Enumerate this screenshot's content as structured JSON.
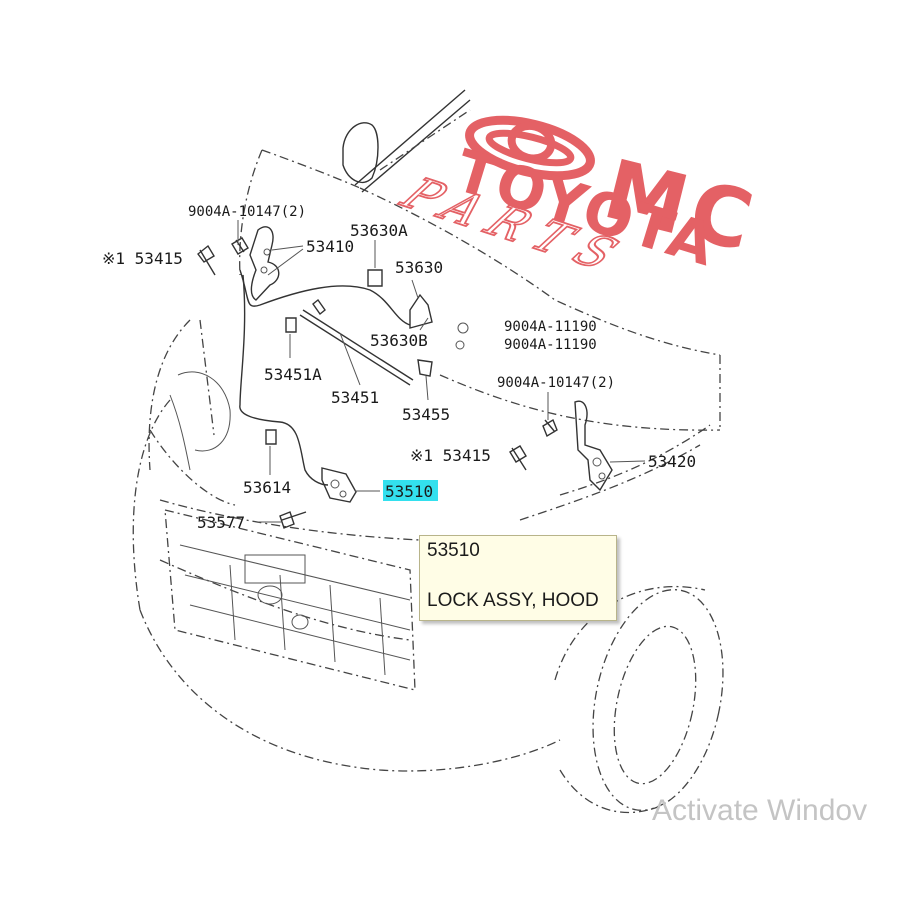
{
  "parts": {
    "p_9004a_10147_upper": "9004A-10147(2)",
    "p_53415_upper": "※1 53415",
    "p_53410": "53410",
    "p_53630a": "53630A",
    "p_53630": "53630",
    "p_53630b": "53630B",
    "p_9004a_11190_a": "9004A-11190",
    "p_9004a_11190_b": "9004A-11190",
    "p_53451a": "53451A",
    "p_53451": "53451",
    "p_53455": "53455",
    "p_9004a_10147_lower": "9004A-10147(2)",
    "p_53415_lower": "※1 53415",
    "p_53420": "53420",
    "p_53614": "53614",
    "p_53510": "53510",
    "p_53577": "53577"
  },
  "highlight": {
    "color": "#33e0ee"
  },
  "tooltip": {
    "part_number": "53510",
    "description": "LOCK ASSY, HOOD"
  },
  "logo": {
    "text_line1": "TOYOTA",
    "text_line2": "PARTS",
    "suffix": "MC",
    "color": "#e0464b"
  },
  "watermark": {
    "text": "Activate Windov"
  }
}
